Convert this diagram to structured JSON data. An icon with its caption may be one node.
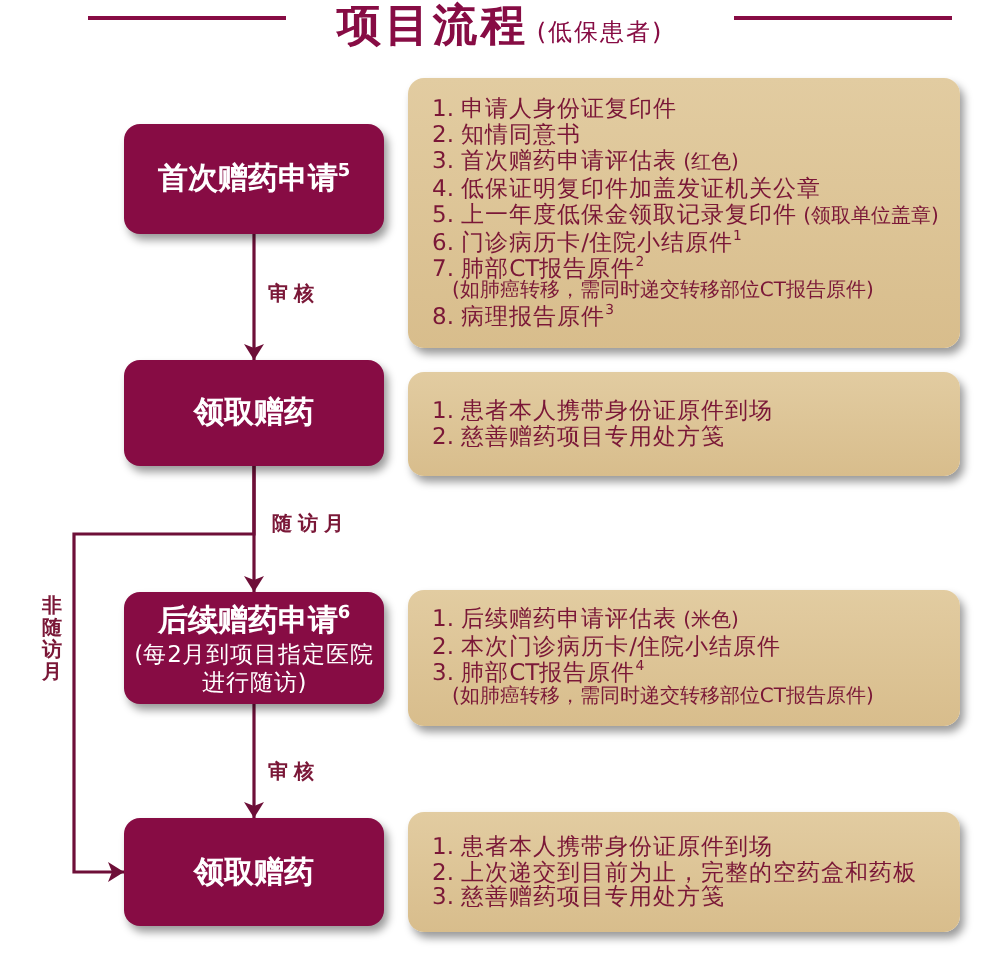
{
  "diagram": {
    "title": "项目流程",
    "nodes": [
      {
        "text": [
          "首次赠药申请$^{5}$"
        ]
      },
      {
        "text": [
          "1. 申请人身份证复印件",
          "2. 知情同意书",
          "3. 首次赠药申请评估表",
          "(红色)",
          "4. 低保证明复印件加盖发证机关公章",
          "5. 上一年度低保金领取记录复印件",
          "(领取单位盖章)",
          "6. 门诊病历卡/住院小结原件$^{1}$",
          "7. 肺部CT报告原件$^{2}$",
          "(如肺癌转移，需同时递交转移部位CT报告原件)",
          "8. 病理报告原件$^{3}$"
        ]
      },
      {
        "text": [
          "领取赠药"
        ]
      },
      {
        "text": [
          "1. 患者本人携带身份证原件到场",
          "2. 慈善赠药项目专用处方笺"
        ]
      },
      {
        "text": [
          "后续赠药申请$^{6}$",
          "(每2月到项目指定医院进行随访)"
        ]
      },
      {
        "text": [
          "1. 后续赠药申请评估表",
          "(米色)",
          "2. 本次门诊病历卡/住院小结原件",
          "3. 肺部CT报告原件$^{4}$",
          "(如肺癌转移，需同时递交转移部位CT报告原件)"
        ]
      },
      {
        "text": [
          "领取赠药"
        ]
      },
      {
        "text": [
          "1. 患者本人携带身份证原件到场",
          "2. 上次递交到目前为止，完整的空药盒和药板",
          "3. 慈善赠药项目专用处方笺"
        ]
      }
    ],
    "edges": [
      {
        "from": 0,
        "to": 2,
        "arrow": "to",
        "label": "审核"
      },
      {
        "from": 2,
        "to": 4,
        "arrow": "to",
        "label": "随访月"
      },
      {
        "from": 2,
        "to": 6,
        "arrow": "to",
        "label": "非随访月"
      },
      {
        "from": 4,
        "to": 6,
        "arrow": "to",
        "label": "审核"
      }
    ],
    "labels": [
      "(低保患者)"
    ]
  }
}
